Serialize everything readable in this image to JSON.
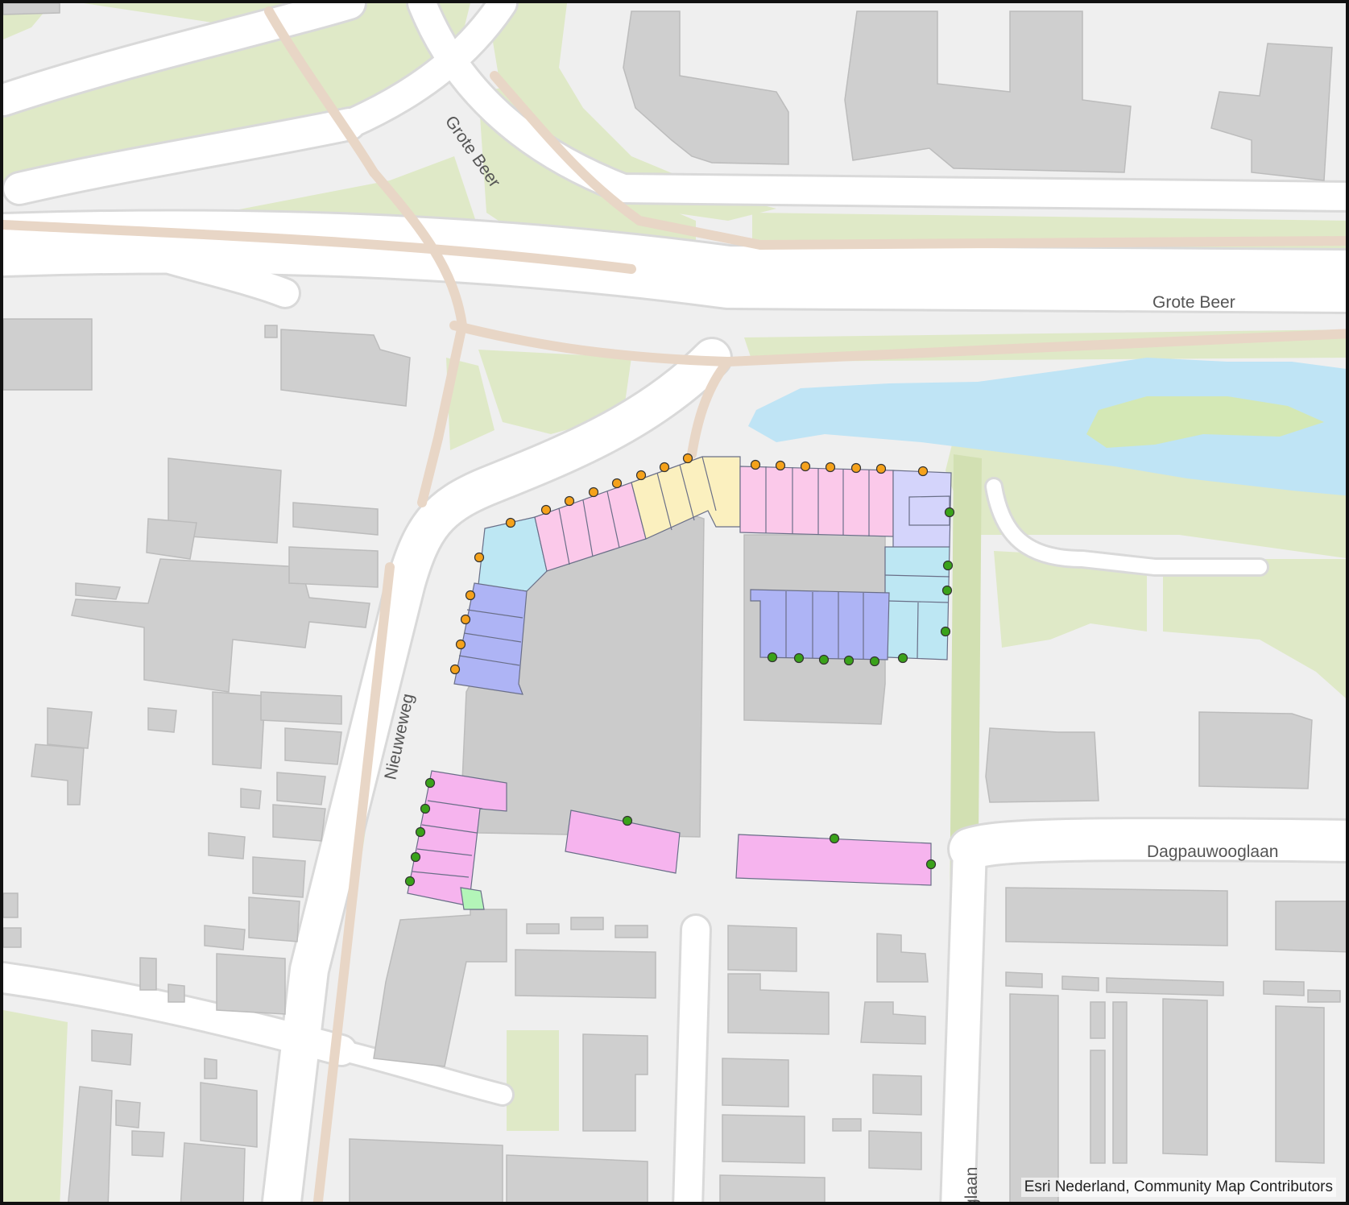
{
  "map": {
    "road_labels": {
      "grote_beer_diagonal": "Grote Beer",
      "grote_beer_main": "Grote Beer",
      "nieuweweg": "Nieuweweg",
      "dagpauwooglaan": "Dagpauwooglaan",
      "glaan_partial": "glaan"
    },
    "attribution": "Esri Nederland, Community Map Contributors",
    "colors": {
      "background": "#efefef",
      "road": "#ffffff",
      "road_casing": "#d9d9d9",
      "path": "#e8d6c6",
      "green": "#dfe9c7",
      "water": "#bfe4f5",
      "building": "#cfcfcf",
      "building_stroke": "#bcbcbc",
      "parcel_pink_light": "#fbc9ea",
      "parcel_pink": "#f6b4ee",
      "parcel_yellow": "#fbf0bf",
      "parcel_lightblue": "#bde7f3",
      "parcel_blue": "#aeb4f5",
      "parcel_lavender": "#d4d4fb",
      "parcel_green": "#b3f5b8",
      "marker_orange": "#f5a21b",
      "marker_green": "#3aa21a"
    }
  }
}
